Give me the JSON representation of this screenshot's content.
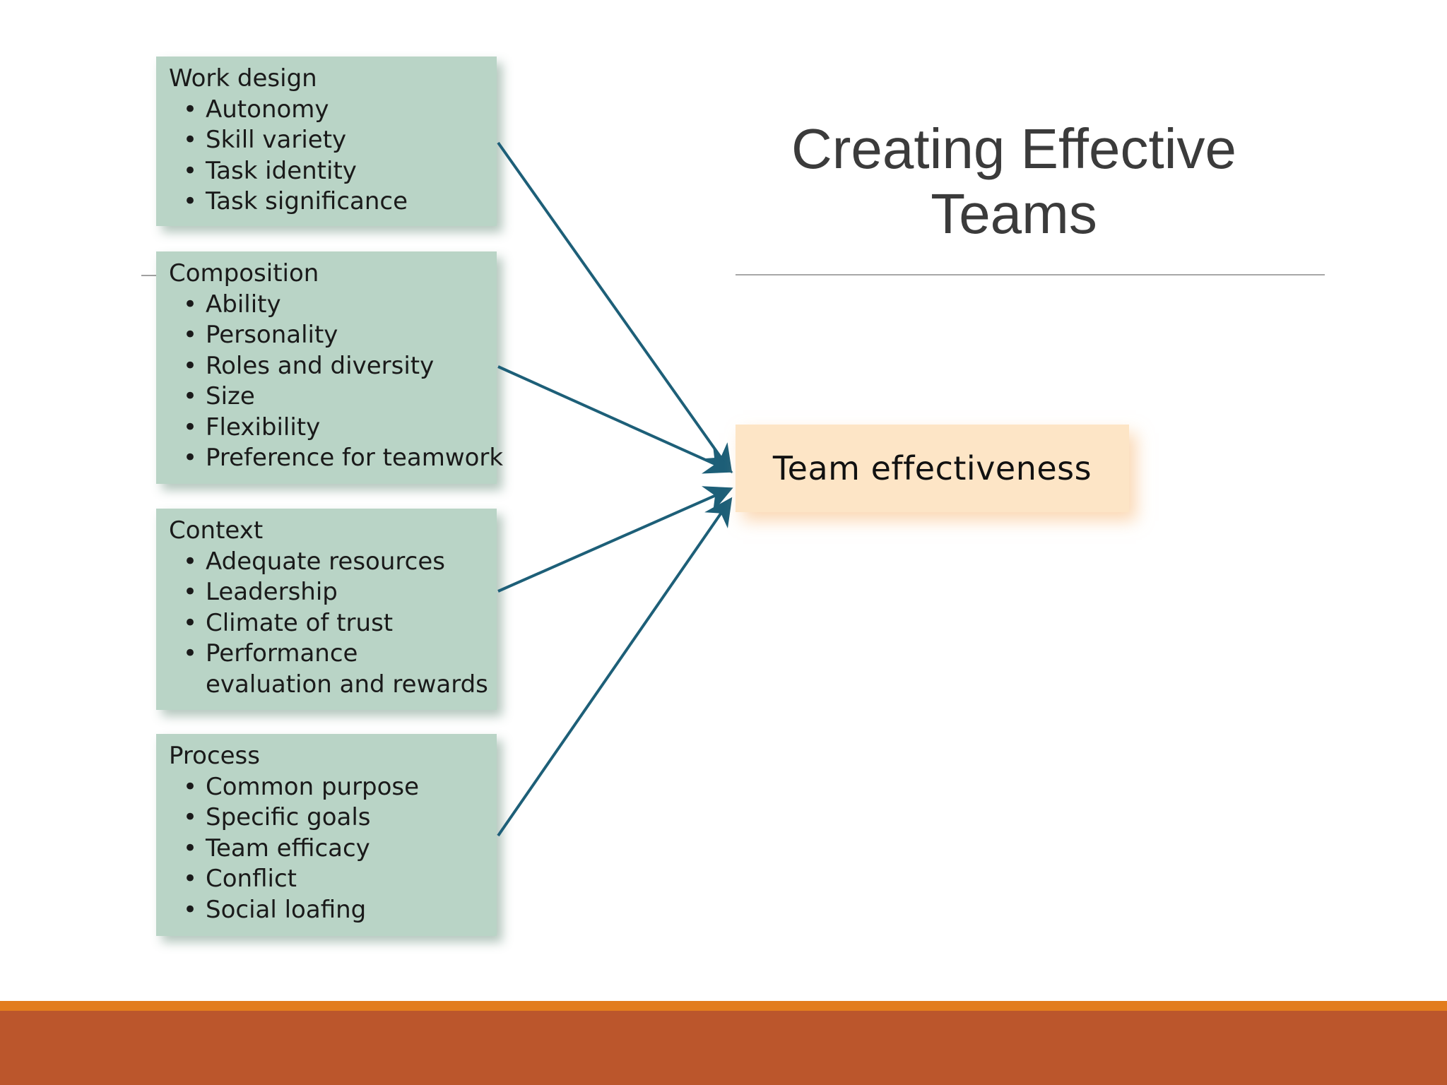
{
  "slide": {
    "title": "Creating Effective Teams"
  },
  "diagram": {
    "outcome": "Team effectiveness",
    "categories": [
      {
        "id": "work-design",
        "title": "Work design",
        "items": [
          "Autonomy",
          "Skill variety",
          "Task identity",
          "Task significance"
        ]
      },
      {
        "id": "composition",
        "title": "Composition",
        "items": [
          "Ability",
          "Personality",
          "Roles and diversity",
          "Size",
          "Flexibility",
          "Preference for teamwork"
        ]
      },
      {
        "id": "context",
        "title": "Context",
        "items": [
          "Adequate resources",
          "Leadership",
          "Climate of trust",
          "Performance evaluation and rewards"
        ]
      },
      {
        "id": "process",
        "title": "Process",
        "items": [
          "Common purpose",
          "Specific goals",
          "Team efficacy",
          "Conflict",
          "Social loafing"
        ]
      }
    ]
  },
  "colors": {
    "category_box": "#b9d4c6",
    "outcome_box": "#fde5c6",
    "arrow": "#1d5f78",
    "accent_line": "#e27c1e",
    "footer_band": "#bb562c",
    "title_text": "#3b3b3b"
  }
}
